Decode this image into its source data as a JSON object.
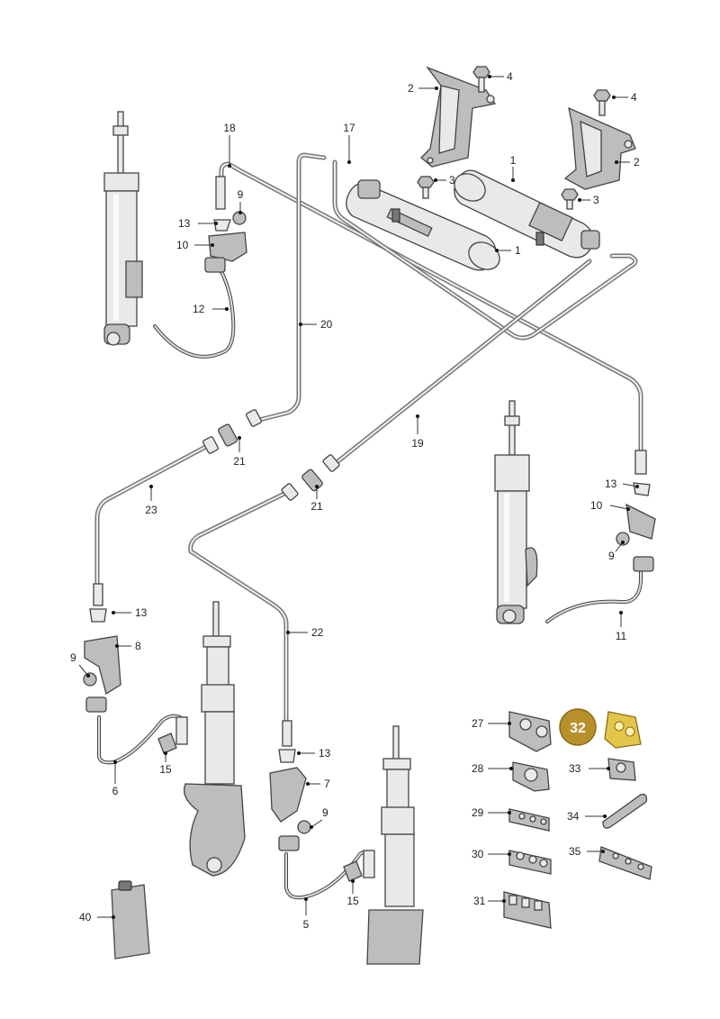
{
  "callouts": {
    "c1a": "1",
    "c1b": "1",
    "c2a": "2",
    "c2b": "2",
    "c3a": "3",
    "c3b": "3",
    "c4a": "4",
    "c4b": "4",
    "c5": "5",
    "c6": "6",
    "c7": "7",
    "c8": "8",
    "c9a": "9",
    "c9b": "9",
    "c9c": "9",
    "c9d": "9",
    "c10a": "10",
    "c10b": "10",
    "c11": "11",
    "c12": "12",
    "c13a": "13",
    "c13b": "13",
    "c13c": "13",
    "c13d": "13",
    "c15a": "15",
    "c15b": "15",
    "c17": "17",
    "c18": "18",
    "c19": "19",
    "c20": "20",
    "c21a": "21",
    "c21b": "21",
    "c22": "22",
    "c23": "23",
    "c27": "27",
    "c28": "28",
    "c29": "29",
    "c30": "30",
    "c31": "31",
    "c33": "33",
    "c34": "34",
    "c35": "35",
    "c40": "40"
  },
  "highlight_badge": {
    "label": "32",
    "color": "#b8902a"
  }
}
